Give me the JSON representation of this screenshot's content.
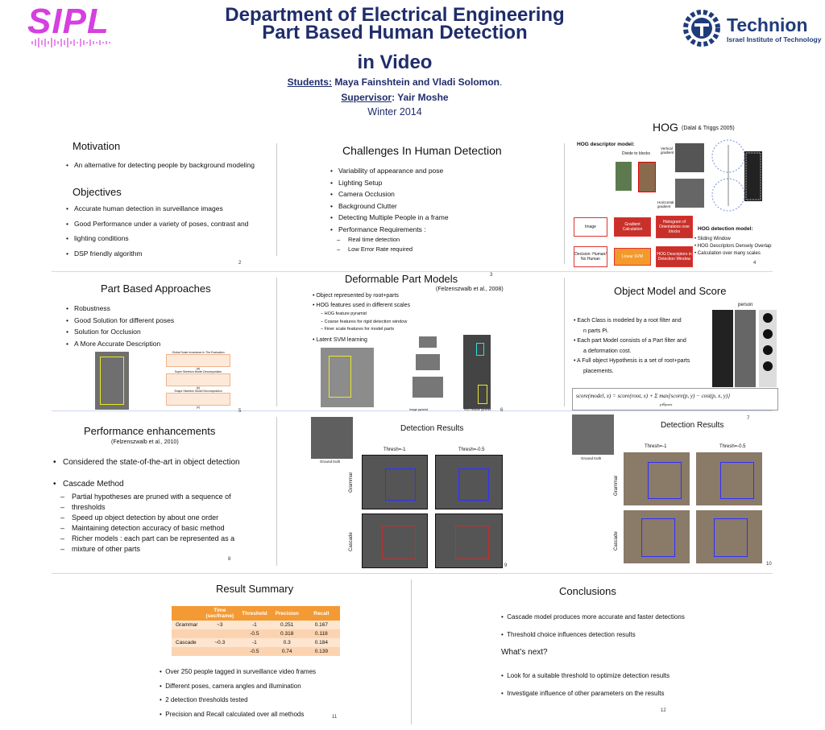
{
  "header": {
    "lab_logo": "SIPL",
    "title_line1": "Department of Electrical Engineering",
    "title_line2": "Part Based Human Detection",
    "title_line3": "in Video",
    "students_label": "Students:",
    "students": "Maya Fainshtein and Vladi Solomon",
    "students_end": ".",
    "supervisor_label": "Supervisor",
    "supervisor": ": Yair Moshe",
    "season": "Winter 2014",
    "univ_name": "Technion",
    "univ_sub": "Israel Institute of Technology"
  },
  "motivation": {
    "heading": "Motivation",
    "bullets": [
      "An alternative for detecting people by background modeling"
    ],
    "objectives_heading": "Objectives",
    "objectives": [
      "Accurate human detection in surveillance images",
      "Good  Performance under a variety of poses, contrast and",
      "DSP friendly algorithm"
    ],
    "objectives_cont": "lighting conditions",
    "page": "2"
  },
  "challenges": {
    "heading": "Challenges In Human Detection",
    "bullets": [
      "Variability of appearance and pose",
      "Lighting Setup",
      "Camera Occlusion",
      "Background Clutter",
      "Detecting Multiple People in a frame",
      "Performance Requirements :"
    ],
    "sub": [
      "Real time detection",
      "Low Error Rate required"
    ],
    "page": "3"
  },
  "hog": {
    "heading": "HOG",
    "cite": "(Dalal & Triggs 2005)",
    "descriptor_label": "HOG descriptor model:",
    "divide": "Divide to blocks",
    "vertical": "Vertical gradient",
    "horizontal": "Horizontal gradient",
    "flow": [
      "Image",
      "Gradient Calculation",
      "Histogram of Orientations over blocks",
      "Decision: Human/ No Human",
      "Linear SVM",
      "HOG Descriptors in Detection Window"
    ],
    "detection_label": "HOG detection model:",
    "detection": [
      "Sliding Window",
      "HOG Descriptors Densely Overlap",
      "Calculation over many scales"
    ],
    "page": "4"
  },
  "part_based": {
    "heading": "Part Based Approaches",
    "bullets": [
      "Robustness",
      "Good Solution for different poses",
      "Solution for Occlusion",
      "A More Accurate Description"
    ],
    "fig_titles": [
      "Global Scale Invariance In The Evaluation",
      "Super Skeleton Model Decomposition",
      "Shape Skeleton Model Decomposition"
    ],
    "fig_sub": [
      "(a)",
      "(b)",
      "(c)"
    ],
    "page": "5"
  },
  "deformable": {
    "heading": "Deformable Part Models",
    "cite": "(Felzenszwalb et al., 2008)",
    "bullets": [
      "Object represented by root+parts",
      "HOG features used in different scales"
    ],
    "sub": [
      "HOG feature pyramid",
      "Coarse features for rigid detection window",
      "Finer scale features for model parts"
    ],
    "bullets2": [
      "Latent SVM  learning"
    ],
    "img_labels": [
      "Image pyramid",
      "HOG feature pyramid"
    ],
    "page": "6"
  },
  "object_model": {
    "heading": "Object Model and Score",
    "bullets": [
      "Each Class is modeled by a root filter and",
      "Each part Model consists of a Part filter and",
      "A Full object Hypothesis is a set of root+parts"
    ],
    "bullets_cont": [
      "n parts Pi.",
      "a deformation cost.",
      "placements."
    ],
    "person": "person",
    "formula": "score(model, x) = score(root, x) + Σ max{score(p, y) − cost(p, x, y)}",
    "formula_sub": "p∈parts",
    "page": "7"
  },
  "performance": {
    "heading": "Performance enhancements",
    "cite": "(Felzenszwalb et al., 2010)",
    "bullets": [
      "Considered the state-of-the-art in object detection",
      "Cascade Method"
    ],
    "sub": [
      "Partial hypotheses are pruned with a sequence of",
      "Speed up object detection by about one order",
      "Maintaining  detection accuracy of basic method",
      "Richer models : each part can be represented as a"
    ],
    "sub_cont": [
      "thresholds",
      "mixture of other parts"
    ],
    "page": "8"
  },
  "detection1": {
    "heading": "Detection Results",
    "ground": "Ground truth",
    "cols": [
      "Thresh=-1",
      "Thresh=-0.5"
    ],
    "rows": [
      "Grammar",
      "Cascade"
    ],
    "page": "9"
  },
  "detection2": {
    "heading": "Detection Results",
    "ground": "Ground truth",
    "cols": [
      "Thresh=-1",
      "Thresh=-0.5"
    ],
    "rows": [
      "Grammar",
      "Cascade"
    ],
    "page": "10"
  },
  "summary": {
    "heading": "Result Summary",
    "table_head": [
      "",
      "Time (sec/frame)",
      "Threshold",
      "Precision",
      "Recall"
    ],
    "table_rows": [
      [
        "Grammar",
        "~3",
        "-1",
        "0.251",
        "0.167"
      ],
      [
        "",
        "",
        "-0.5",
        "0.318",
        "0.118"
      ],
      [
        "Cascade",
        "~0.3",
        "-1",
        "0.3",
        "0.184"
      ],
      [
        "",
        "",
        "-0.5",
        "0.74",
        "0.139"
      ]
    ],
    "bullets": [
      "Over 250 people tagged in surveillance video frames",
      "Different poses, camera angles and illumination",
      "2 detection thresholds tested",
      "Precision and Recall calculated over all methods"
    ],
    "page": "11"
  },
  "conclusions": {
    "heading": "Conclusions",
    "bullets": [
      "Cascade model produces more accurate and faster detections",
      "Threshold choice influences detection results"
    ],
    "next": "What’s next?",
    "next_bullets": [
      "Look for a suitable threshold to optimize detection results",
      "Investigate influence of other parameters on the results"
    ],
    "page": "12"
  },
  "colors": {
    "title": "#1f2d6b",
    "sipl": "#d63fe0",
    "table_head": "#f39a34",
    "flow_red": "#c8302a",
    "detection_box": "#3030ff"
  }
}
